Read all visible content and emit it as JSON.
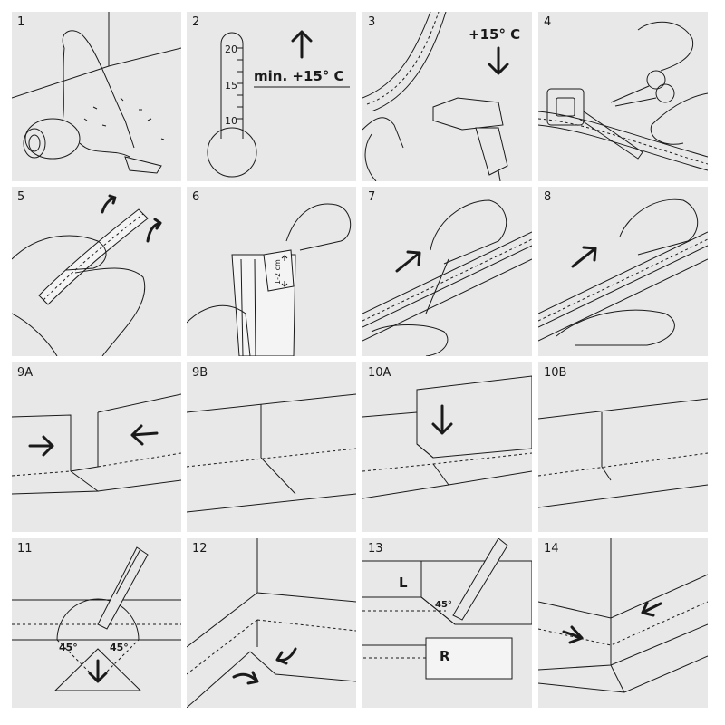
{
  "panels": {
    "p1": {
      "number": "1"
    },
    "p2": {
      "number": "2",
      "tick_20": "20",
      "tick_15": "15",
      "tick_10": "10",
      "min_temp": "min. +15° C"
    },
    "p3": {
      "number": "3",
      "temp": "+15° C"
    },
    "p4": {
      "number": "4"
    },
    "p5": {
      "number": "5"
    },
    "p6": {
      "number": "6",
      "overlap": "1-2 cm"
    },
    "p7": {
      "number": "7"
    },
    "p8": {
      "number": "8"
    },
    "p9a": {
      "number": "9A"
    },
    "p9b": {
      "number": "9B"
    },
    "p10a": {
      "number": "10A"
    },
    "p10b": {
      "number": "10B"
    },
    "p11": {
      "number": "11",
      "angle_left": "45°",
      "angle_right": "45°"
    },
    "p12": {
      "number": "12"
    },
    "p13": {
      "number": "13",
      "left_label": "L",
      "right_label": "R",
      "angle": "45°"
    },
    "p14": {
      "number": "14"
    }
  },
  "colors": {
    "panel_bg": "#e8e8e8",
    "line": "#1a1a1a",
    "page_bg": "#ffffff"
  }
}
